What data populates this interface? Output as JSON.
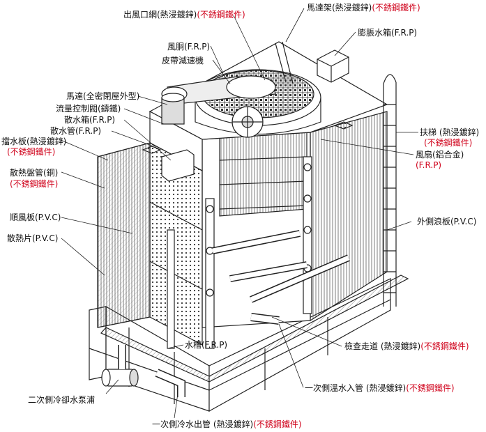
{
  "labels": {
    "outlet_grille": "出風口網(熱浸鍍鋅)",
    "outlet_grille_alt": "(不銹鋼鐵件)",
    "motor_frame": "馬達架(熱浸鍍鋅)",
    "motor_frame_alt": "(不銹鋼鐵件)",
    "expansion_tank": "膨脹水箱(F.R.P)",
    "fan_stack": "風胴(F.R.P)",
    "belt_reducer": "皮帶減速機",
    "motor": "馬達(全密閉屋外型)",
    "flow_valve": "流量控制閥(鑄鐵)",
    "distribution_box": "散水箱(F.R.P)",
    "spray_pipe": "散水管(F.R.P)",
    "eliminator": "擋水板(熱浸鍍鋅)",
    "eliminator_alt": "(不銹鋼鐵件)",
    "coil": "散熱盤管(銅)",
    "coil_alt": "(不銹鋼鐵件)",
    "louver": "順風板(P.V.C)",
    "fill": "散熱片(P.V.C)",
    "ladder": "扶梯 (熱浸鍍鋅)",
    "ladder_alt": "(不銹鋼鐵件)",
    "fan": "風扇(鋁合金)",
    "fan_alt": "(F.R.P)",
    "casing": "外側浪板(P.V.C)",
    "basin": "水槽(F.R.P)",
    "walkway": "檢查走道 (熱浸鍍鋅)",
    "walkway_alt": "(不銹鋼鐵件)",
    "pump": "二次側冷卻水泵浦",
    "primary_inlet": "一次側溫水入管 (熱浸鍍鋅)",
    "primary_inlet_alt": "(不銹鋼鐵件)",
    "primary_outlet": "一次側冷水出管 (熱浸鍍鋅)",
    "primary_outlet_alt": "(不銹鋼鐵件)"
  }
}
